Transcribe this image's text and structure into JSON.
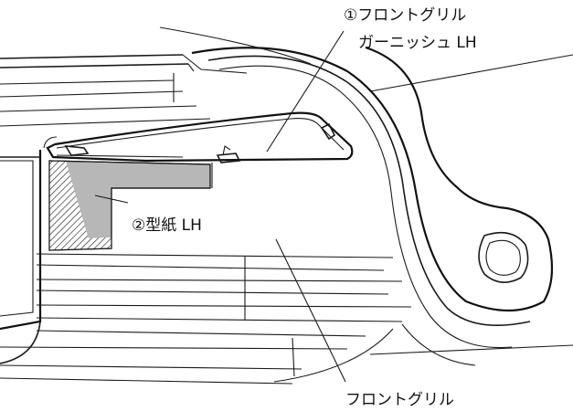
{
  "labels": {
    "garnish_line1": "①フロントグリル",
    "garnish_line2": "ガーニッシュ LH",
    "template": "②型紙 LH",
    "grille": "フロントグリル"
  }
}
